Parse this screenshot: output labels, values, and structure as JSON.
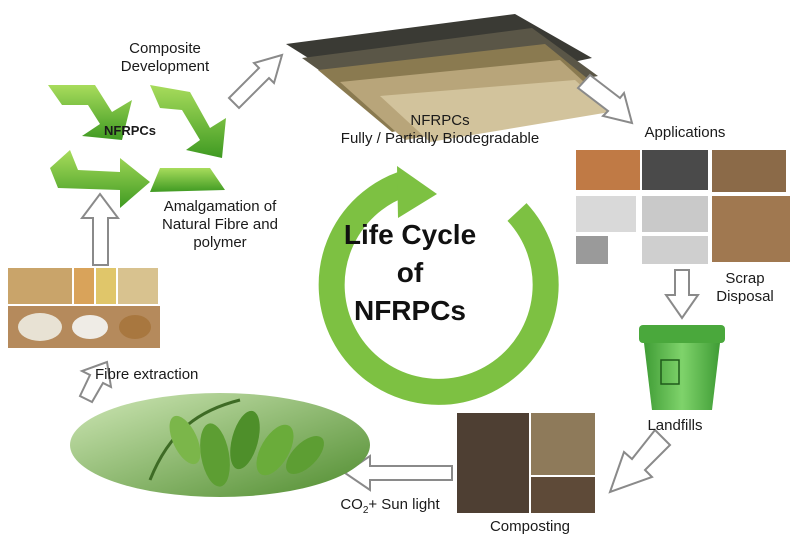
{
  "diagram": {
    "center": {
      "line1": "Life Cycle",
      "line2": "of",
      "line3": "NFRPCs"
    },
    "recycle_logo_text": "NFRPCs",
    "stages": {
      "composite_development": {
        "line1": "Composite",
        "line2": "Development"
      },
      "nfrpcs": {
        "line1": "NFRPCs",
        "line2": "Fully / Partially Biodegradable"
      },
      "applications": "Applications",
      "scrap_disposal": {
        "line1": "Scrap",
        "line2": "Disposal"
      },
      "landfills": "Landfills",
      "composting": "Composting",
      "co2_sunlight": {
        "prefix": "CO",
        "subscript": "2",
        "suffix": "+ Sun light"
      },
      "fibre_extraction": "Fibre  extraction",
      "amalgamation": {
        "line1": "Amalgamation of",
        "line2": "Natural Fibre and",
        "line3": "polymer"
      }
    },
    "colors": {
      "cycle_green": "#7dc142",
      "leaf_green": "#3f8f2a",
      "bin_green": "#5cb848",
      "arrow_outline": "#8a8a8a"
    }
  }
}
